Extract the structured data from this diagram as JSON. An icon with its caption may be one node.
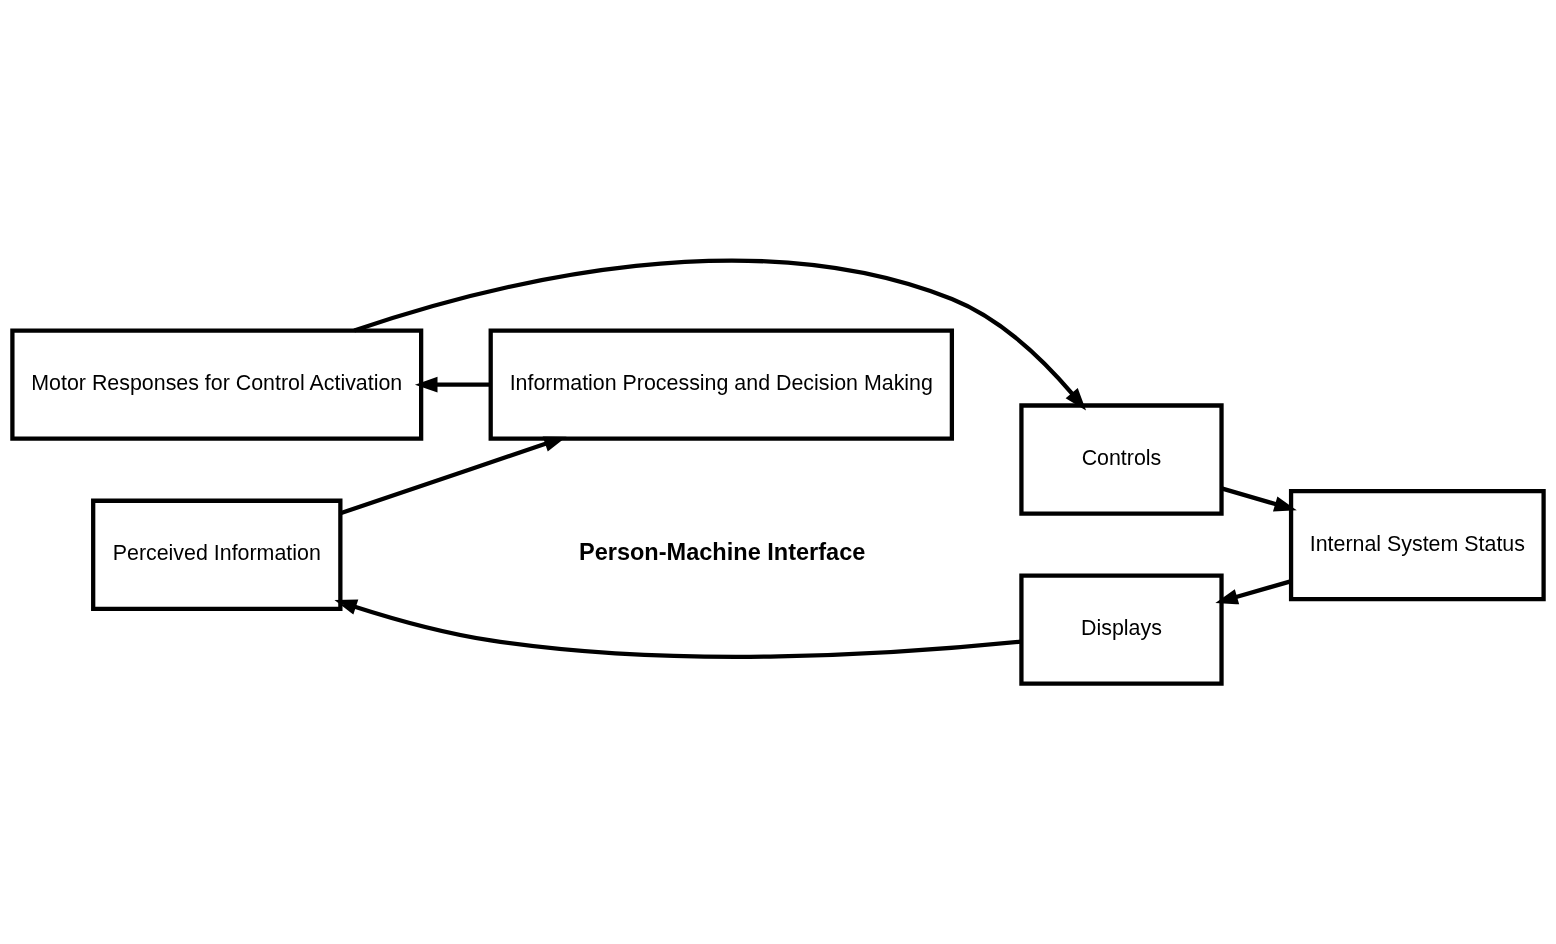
{
  "diagram": {
    "nodes": [
      {
        "text": [
          "Perceived Information"
        ]
      },
      {
        "text": [
          "Information Processing and Decision Making"
        ]
      },
      {
        "text": [
          "Motor Responses for Control Activation"
        ]
      },
      {
        "text": [
          "Controls"
        ]
      },
      {
        "text": [
          "Internal System Status"
        ]
      },
      {
        "text": [
          "Displays"
        ]
      }
    ],
    "edges": [
      {
        "from": 5,
        "to": 0,
        "arrow": "to"
      },
      {
        "from": 0,
        "to": 1,
        "arrow": "to"
      },
      {
        "from": 1,
        "to": 2,
        "arrow": "to"
      },
      {
        "from": 2,
        "to": 3,
        "arrow": "to"
      },
      {
        "from": 3,
        "to": 4,
        "arrow": "to"
      },
      {
        "from": 4,
        "to": 5,
        "arrow": "to"
      }
    ],
    "labels": [
      "Person-Machine Interface"
    ]
  }
}
